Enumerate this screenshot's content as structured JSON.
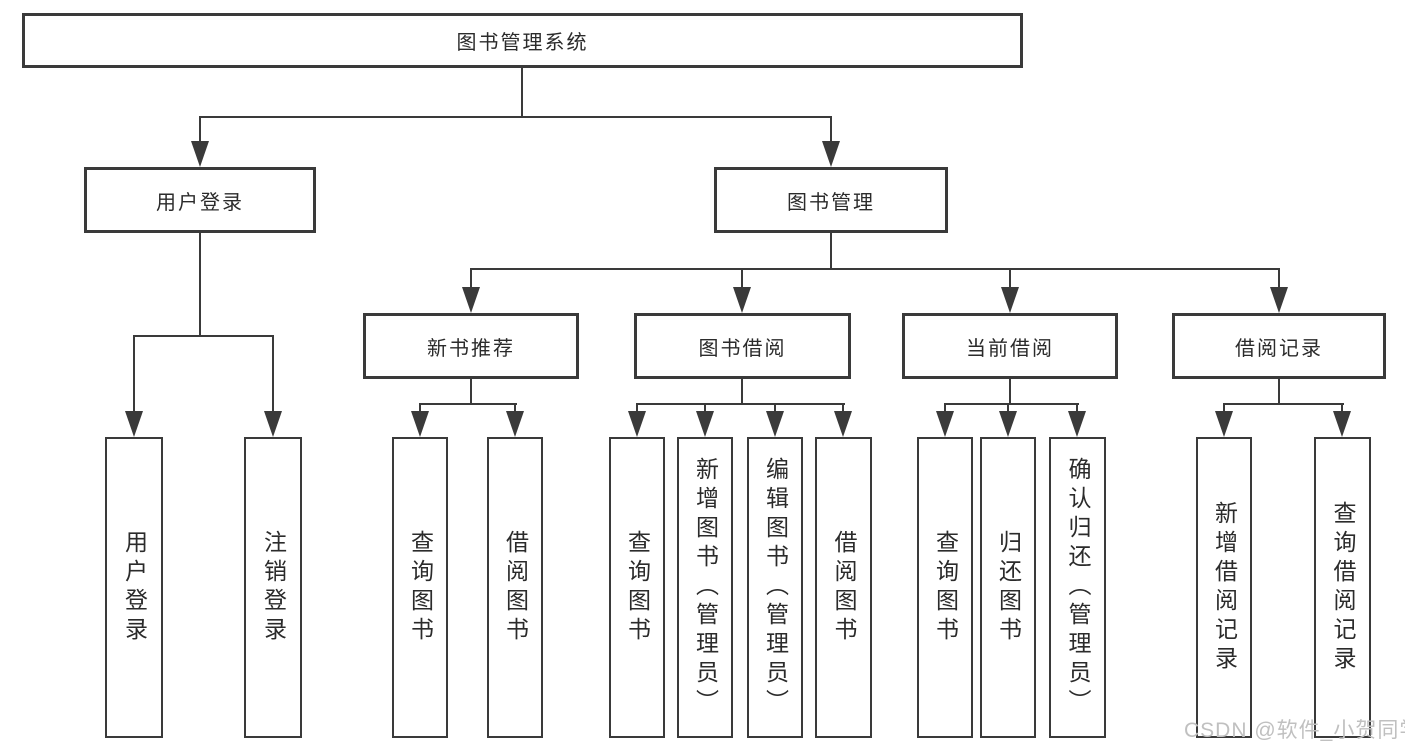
{
  "diagram": {
    "root": {
      "label": "图书管理系统"
    },
    "branches": [
      {
        "label": "用户登录",
        "children": [
          {
            "label": "用户登录"
          },
          {
            "label": "注销登录"
          }
        ]
      },
      {
        "label": "图书管理",
        "groups": [
          {
            "label": "新书推荐",
            "children": [
              {
                "label": "查询图书"
              },
              {
                "label": "借阅图书"
              }
            ]
          },
          {
            "label": "图书借阅",
            "children": [
              {
                "label": "查询图书"
              },
              {
                "label": "新增图书（管理员）"
              },
              {
                "label": "编辑图书（管理员）"
              },
              {
                "label": "借阅图书"
              }
            ]
          },
          {
            "label": "当前借阅",
            "children": [
              {
                "label": "查询图书"
              },
              {
                "label": "归还图书"
              },
              {
                "label": "确认归还（管理员）"
              }
            ]
          },
          {
            "label": "借阅记录",
            "children": [
              {
                "label": "新增借阅记录"
              },
              {
                "label": "查询借阅记录"
              }
            ]
          }
        ]
      }
    ],
    "watermark": {
      "text": "CSDN @软件_小贺同学"
    }
  },
  "colors": {
    "line": "#3a3a3a",
    "text": "#2b2b2b",
    "box_background": "#ffffff",
    "page_background": "#ffffff",
    "watermark": "#c0c0c0"
  }
}
